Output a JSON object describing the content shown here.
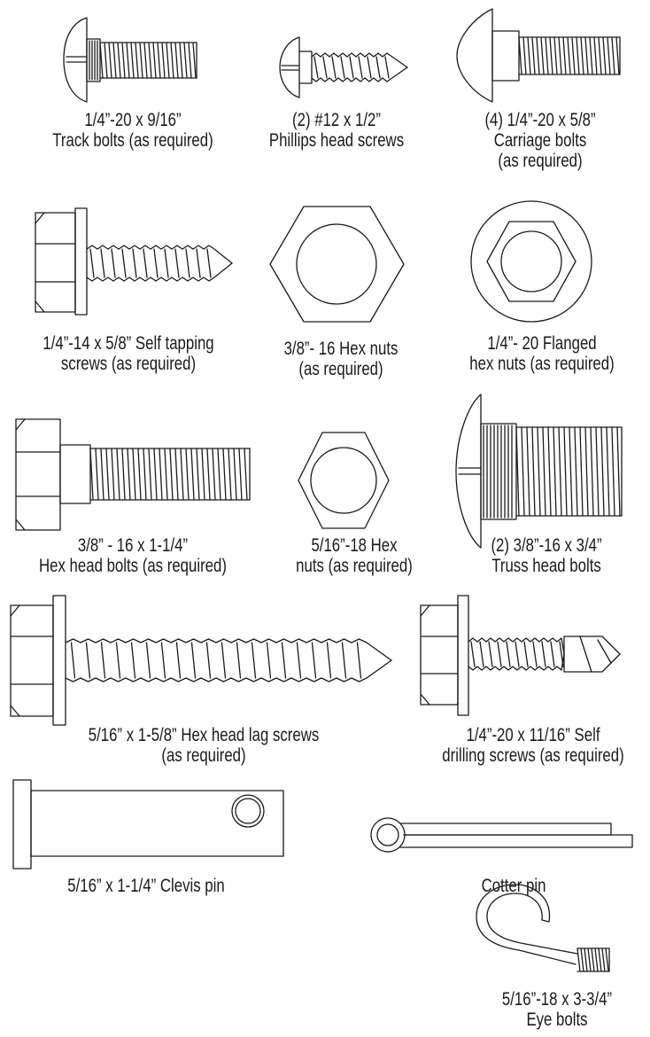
{
  "colors": {
    "ink": "#1a1a1a",
    "paper": "#ffffff"
  },
  "items": [
    {
      "id": "track-bolt",
      "icon": "track-bolt-icon",
      "lines": [
        "1/4”-20 x 9/16”",
        "Track bolts (as required)"
      ]
    },
    {
      "id": "phillips-screw",
      "icon": "phillips-head-screw-icon",
      "lines": [
        "(2) #12 x 1/2”",
        "Phillips head screws"
      ]
    },
    {
      "id": "carriage-bolt",
      "icon": "carriage-bolt-icon",
      "lines": [
        "(4) 1/4”-20 x 5/8”",
        "Carriage bolts",
        "(as required)"
      ]
    },
    {
      "id": "self-tapping-screw",
      "icon": "self-tapping-screw-icon",
      "lines": [
        "1/4”-14 x 5/8” Self tapping",
        "screws (as required)"
      ]
    },
    {
      "id": "hex-nut-38",
      "icon": "hex-nut-icon",
      "lines": [
        "3/8”- 16 Hex nuts",
        "(as required)"
      ]
    },
    {
      "id": "flanged-hex-nut",
      "icon": "flanged-hex-nut-icon",
      "lines": [
        "1/4”- 20 Flanged",
        "hex nuts (as required)"
      ]
    },
    {
      "id": "hex-head-bolt",
      "icon": "hex-head-bolt-icon",
      "lines": [
        "3/8” - 16 x 1-1/4”",
        "Hex head bolts (as required)"
      ]
    },
    {
      "id": "hex-nut-516",
      "icon": "hex-nut-small-icon",
      "lines": [
        "5/16”-18 Hex",
        "nuts (as required)"
      ]
    },
    {
      "id": "truss-head-bolt",
      "icon": "truss-head-bolt-icon",
      "lines": [
        "(2) 3/8”-16 x 3/4”",
        "Truss head bolts"
      ]
    },
    {
      "id": "lag-screw",
      "icon": "hex-head-lag-screw-icon",
      "lines": [
        "5/16” x 1-5/8” Hex head lag screws",
        "(as required)"
      ]
    },
    {
      "id": "self-drilling-screw",
      "icon": "self-drilling-screw-icon",
      "lines": [
        "1/4”-20 x 11/16” Self",
        "drilling screws (as required)"
      ]
    },
    {
      "id": "clevis-pin",
      "icon": "clevis-pin-icon",
      "lines": [
        "5/16” x 1-1/4” Clevis pin"
      ]
    },
    {
      "id": "cotter-pin",
      "icon": "cotter-pin-icon",
      "lines": [
        "Cotter pin"
      ]
    },
    {
      "id": "eye-bolt",
      "icon": "eye-bolt-icon",
      "lines": [
        "5/16”-18 x 3-3/4”",
        "Eye bolts"
      ]
    }
  ]
}
